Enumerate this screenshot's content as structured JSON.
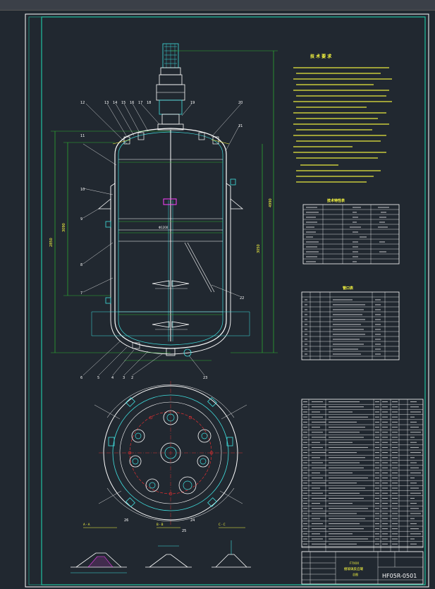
{
  "tech_req": {
    "title": "技 术 要 求"
  },
  "spec_table": {
    "title": "技术特性表"
  },
  "nozzle_table": {
    "title": "管口表"
  },
  "views": {
    "weld_a_title": "A - A",
    "weld_b_title": "B - B",
    "weld_c_title": "C - C"
  },
  "title_block": {
    "line1": "F7XXX",
    "line2": "搪玻璃反应罐",
    "line3": "总图",
    "drawing_no": "HF05R-0501"
  },
  "callouts_left": [
    "12",
    "11",
    "10",
    "9",
    "8",
    "7",
    "6",
    "5",
    "4",
    "3",
    "2"
  ],
  "callouts_top": [
    "13",
    "14",
    "15",
    "16",
    "17",
    "18",
    "19",
    "20",
    "21"
  ],
  "callouts_right": [
    "22",
    "23",
    "24",
    "25",
    "26"
  ],
  "dims": {
    "height_total": "4990",
    "height_shell": "3090",
    "diameter": "Φ1200",
    "left_dim": "2850",
    "right_dim": "3050"
  },
  "colors": {
    "background": "#212830",
    "frame": "#ffffff",
    "inner_frame": "#20c0a0",
    "geometry": "#ffffff",
    "cyan": "#40e0e0",
    "green": "#30d030",
    "yellow": "#ffff40",
    "red": "#ff3030",
    "magenta": "#ff40ff",
    "blue": "#4080ff"
  }
}
